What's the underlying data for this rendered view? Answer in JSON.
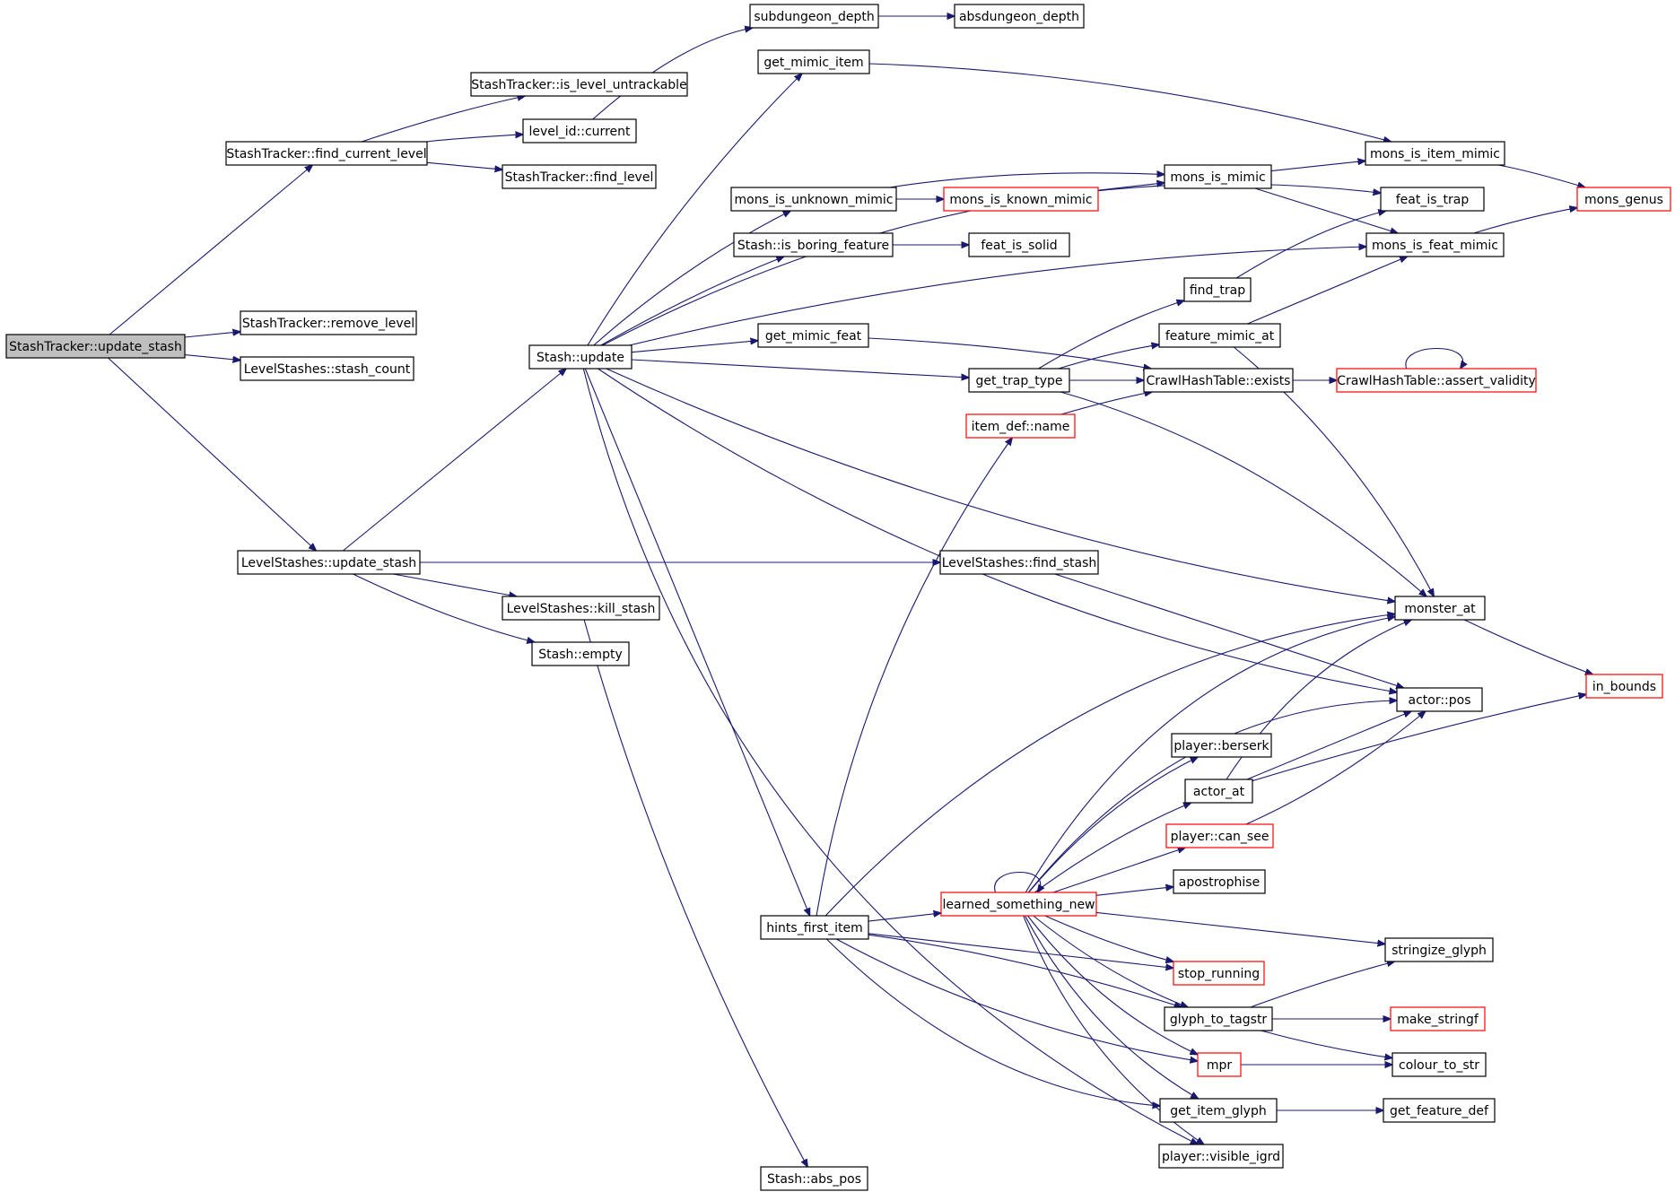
{
  "colors": {
    "edge": "#191970",
    "root_fill": "#bfbfbf",
    "external_border": "#ff0000",
    "node_border": "#000000"
  },
  "nodes": [
    {
      "id": "update_stash_root",
      "label": "StashTracker::update_stash",
      "kind": "root"
    },
    {
      "id": "find_current_level",
      "label": "StashTracker::find_current_level",
      "kind": "normal"
    },
    {
      "id": "is_level_untrackable",
      "label": "StashTracker::is_level_untrackable",
      "kind": "normal"
    },
    {
      "id": "level_id_current",
      "label": "level_id::current",
      "kind": "normal"
    },
    {
      "id": "find_level",
      "label": "StashTracker::find_level",
      "kind": "normal"
    },
    {
      "id": "remove_level",
      "label": "StashTracker::remove_level",
      "kind": "normal"
    },
    {
      "id": "stash_count",
      "label": "LevelStashes::stash_count",
      "kind": "normal"
    },
    {
      "id": "ls_update_stash",
      "label": "LevelStashes::update_stash",
      "kind": "normal"
    },
    {
      "id": "stash_update",
      "label": "Stash::update",
      "kind": "normal"
    },
    {
      "id": "kill_stash",
      "label": "LevelStashes::kill_stash",
      "kind": "normal"
    },
    {
      "id": "stash_empty",
      "label": "Stash::empty",
      "kind": "normal"
    },
    {
      "id": "subdungeon_depth",
      "label": "subdungeon_depth",
      "kind": "normal"
    },
    {
      "id": "absdungeon_depth",
      "label": "absdungeon_depth",
      "kind": "normal"
    },
    {
      "id": "get_mimic_item",
      "label": "get_mimic_item",
      "kind": "normal"
    },
    {
      "id": "mons_is_unknown_mimic",
      "label": "mons_is_unknown_mimic",
      "kind": "normal"
    },
    {
      "id": "mons_is_known_mimic",
      "label": "mons_is_known_mimic",
      "kind": "external"
    },
    {
      "id": "mons_is_mimic",
      "label": "mons_is_mimic",
      "kind": "normal"
    },
    {
      "id": "mons_is_item_mimic",
      "label": "mons_is_item_mimic",
      "kind": "normal"
    },
    {
      "id": "mons_genus",
      "label": "mons_genus",
      "kind": "external"
    },
    {
      "id": "feat_is_trap",
      "label": "feat_is_trap",
      "kind": "normal"
    },
    {
      "id": "is_boring_feature",
      "label": "Stash::is_boring_feature",
      "kind": "normal"
    },
    {
      "id": "feat_is_solid",
      "label": "feat_is_solid",
      "kind": "normal"
    },
    {
      "id": "mons_is_feat_mimic",
      "label": "mons_is_feat_mimic",
      "kind": "normal"
    },
    {
      "id": "find_trap",
      "label": "find_trap",
      "kind": "normal"
    },
    {
      "id": "get_mimic_feat",
      "label": "get_mimic_feat",
      "kind": "normal"
    },
    {
      "id": "feature_mimic_at",
      "label": "feature_mimic_at",
      "kind": "normal"
    },
    {
      "id": "get_trap_type",
      "label": "get_trap_type",
      "kind": "normal"
    },
    {
      "id": "hash_exists",
      "label": "CrawlHashTable::exists",
      "kind": "normal"
    },
    {
      "id": "assert_validity",
      "label": "CrawlHashTable::assert_validity",
      "kind": "external"
    },
    {
      "id": "item_def_name",
      "label": "item_def::name",
      "kind": "external"
    },
    {
      "id": "find_stash",
      "label": "LevelStashes::find_stash",
      "kind": "normal"
    },
    {
      "id": "monster_at",
      "label": "monster_at",
      "kind": "normal"
    },
    {
      "id": "actor_pos",
      "label": "actor::pos",
      "kind": "normal"
    },
    {
      "id": "in_bounds",
      "label": "in_bounds",
      "kind": "external"
    },
    {
      "id": "player_berserk",
      "label": "player::berserk",
      "kind": "normal"
    },
    {
      "id": "actor_at",
      "label": "actor_at",
      "kind": "normal"
    },
    {
      "id": "player_can_see",
      "label": "player::can_see",
      "kind": "external"
    },
    {
      "id": "apostrophise",
      "label": "apostrophise",
      "kind": "normal"
    },
    {
      "id": "learned_something_new",
      "label": "learned_something_new",
      "kind": "external"
    },
    {
      "id": "hints_first_item",
      "label": "hints_first_item",
      "kind": "normal"
    },
    {
      "id": "stringize_glyph",
      "label": "stringize_glyph",
      "kind": "normal"
    },
    {
      "id": "stop_running",
      "label": "stop_running",
      "kind": "external"
    },
    {
      "id": "glyph_to_tagstr",
      "label": "glyph_to_tagstr",
      "kind": "normal"
    },
    {
      "id": "make_stringf",
      "label": "make_stringf",
      "kind": "external"
    },
    {
      "id": "mpr",
      "label": "mpr",
      "kind": "external"
    },
    {
      "id": "colour_to_str",
      "label": "colour_to_str",
      "kind": "normal"
    },
    {
      "id": "get_item_glyph",
      "label": "get_item_glyph",
      "kind": "normal"
    },
    {
      "id": "get_feature_def",
      "label": "get_feature_def",
      "kind": "normal"
    },
    {
      "id": "visible_igrd",
      "label": "player::visible_igrd",
      "kind": "normal"
    },
    {
      "id": "stash_abs_pos",
      "label": "Stash::abs_pos",
      "kind": "normal"
    }
  ],
  "edges": [
    [
      "update_stash_root",
      "find_current_level"
    ],
    [
      "update_stash_root",
      "remove_level"
    ],
    [
      "update_stash_root",
      "stash_count"
    ],
    [
      "update_stash_root",
      "ls_update_stash"
    ],
    [
      "find_current_level",
      "is_level_untrackable"
    ],
    [
      "find_current_level",
      "level_id_current"
    ],
    [
      "find_current_level",
      "find_level"
    ],
    [
      "level_id_current",
      "subdungeon_depth"
    ],
    [
      "subdungeon_depth",
      "absdungeon_depth"
    ],
    [
      "ls_update_stash",
      "stash_update"
    ],
    [
      "ls_update_stash",
      "find_stash"
    ],
    [
      "ls_update_stash",
      "kill_stash"
    ],
    [
      "ls_update_stash",
      "stash_empty"
    ],
    [
      "kill_stash",
      "stash_abs_pos"
    ],
    [
      "stash_update",
      "get_mimic_item"
    ],
    [
      "stash_update",
      "feat_is_trap"
    ],
    [
      "stash_update",
      "mons_is_unknown_mimic"
    ],
    [
      "stash_update",
      "is_boring_feature"
    ],
    [
      "stash_update",
      "mons_is_feat_mimic"
    ],
    [
      "stash_update",
      "get_mimic_feat"
    ],
    [
      "stash_update",
      "get_trap_type"
    ],
    [
      "stash_update",
      "monster_at"
    ],
    [
      "stash_update",
      "actor_pos"
    ],
    [
      "stash_update",
      "hints_first_item"
    ],
    [
      "stash_update",
      "visible_igrd"
    ],
    [
      "get_mimic_item",
      "mons_is_item_mimic"
    ],
    [
      "mons_is_unknown_mimic",
      "mons_is_known_mimic"
    ],
    [
      "mons_is_unknown_mimic",
      "mons_is_mimic"
    ],
    [
      "mons_is_known_mimic",
      "mons_is_mimic"
    ],
    [
      "mons_is_mimic",
      "mons_is_item_mimic"
    ],
    [
      "mons_is_mimic",
      "mons_is_feat_mimic"
    ],
    [
      "mons_is_item_mimic",
      "mons_genus"
    ],
    [
      "mons_is_feat_mimic",
      "mons_genus"
    ],
    [
      "is_boring_feature",
      "feat_is_solid"
    ],
    [
      "get_mimic_feat",
      "hash_exists"
    ],
    [
      "get_trap_type",
      "find_trap"
    ],
    [
      "get_trap_type",
      "feature_mimic_at"
    ],
    [
      "get_trap_type",
      "hash_exists"
    ],
    [
      "get_trap_type",
      "monster_at"
    ],
    [
      "find_trap",
      "feat_is_trap"
    ],
    [
      "feature_mimic_at",
      "mons_is_feat_mimic"
    ],
    [
      "feature_mimic_at",
      "monster_at"
    ],
    [
      "hash_exists",
      "assert_validity"
    ],
    [
      "assert_validity",
      "assert_validity"
    ],
    [
      "item_def_name",
      "hash_exists"
    ],
    [
      "find_stash",
      "actor_pos"
    ],
    [
      "monster_at",
      "in_bounds"
    ],
    [
      "actor_at",
      "monster_at"
    ],
    [
      "actor_at",
      "actor_pos"
    ],
    [
      "actor_at",
      "in_bounds"
    ],
    [
      "player_can_see",
      "actor_pos"
    ],
    [
      "hints_first_item",
      "item_def_name"
    ],
    [
      "hints_first_item",
      "learned_something_new"
    ],
    [
      "hints_first_item",
      "monster_at"
    ],
    [
      "hints_first_item",
      "stop_running"
    ],
    [
      "hints_first_item",
      "glyph_to_tagstr"
    ],
    [
      "hints_first_item",
      "mpr"
    ],
    [
      "hints_first_item",
      "get_item_glyph"
    ],
    [
      "learned_something_new",
      "learned_something_new"
    ],
    [
      "learned_something_new",
      "monster_at"
    ],
    [
      "learned_something_new",
      "actor_pos"
    ],
    [
      "learned_something_new",
      "player_berserk"
    ],
    [
      "learned_something_new",
      "actor_at"
    ],
    [
      "learned_something_new",
      "player_can_see"
    ],
    [
      "learned_something_new",
      "apostrophise"
    ],
    [
      "learned_something_new",
      "stringize_glyph"
    ],
    [
      "learned_something_new",
      "stop_running"
    ],
    [
      "learned_something_new",
      "glyph_to_tagstr"
    ],
    [
      "learned_something_new",
      "mpr"
    ],
    [
      "learned_something_new",
      "get_item_glyph"
    ],
    [
      "learned_something_new",
      "visible_igrd"
    ],
    [
      "glyph_to_tagstr",
      "stringize_glyph"
    ],
    [
      "glyph_to_tagstr",
      "make_stringf"
    ],
    [
      "glyph_to_tagstr",
      "colour_to_str"
    ],
    [
      "mpr",
      "colour_to_str"
    ],
    [
      "get_item_glyph",
      "get_feature_def"
    ]
  ]
}
